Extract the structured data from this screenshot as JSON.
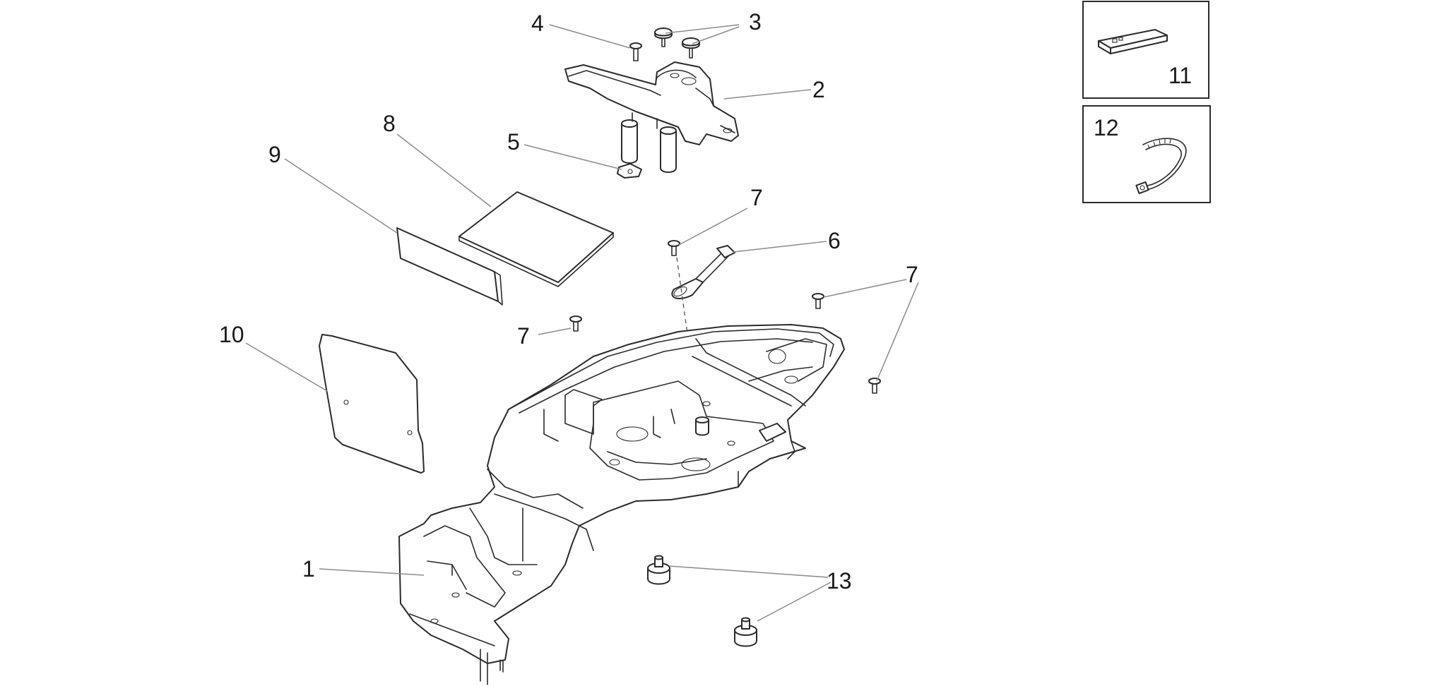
{
  "callouts": [
    {
      "id": "c1",
      "label": "1"
    },
    {
      "id": "c2",
      "label": "2"
    },
    {
      "id": "c3",
      "label": "3"
    },
    {
      "id": "c4",
      "label": "4"
    },
    {
      "id": "c5",
      "label": "5"
    },
    {
      "id": "c6",
      "label": "6"
    },
    {
      "id": "c7a",
      "label": "7"
    },
    {
      "id": "c7b",
      "label": "7"
    },
    {
      "id": "c7c",
      "label": "7"
    },
    {
      "id": "c8",
      "label": "8"
    },
    {
      "id": "c9",
      "label": "9"
    },
    {
      "id": "c10",
      "label": "10"
    },
    {
      "id": "c11",
      "label": "11"
    },
    {
      "id": "c12",
      "label": "12"
    },
    {
      "id": "c13",
      "label": "13"
    }
  ],
  "colors": {
    "line": "#2b2b2b",
    "leader": "#8c8c8c",
    "background": "#ffffff"
  }
}
